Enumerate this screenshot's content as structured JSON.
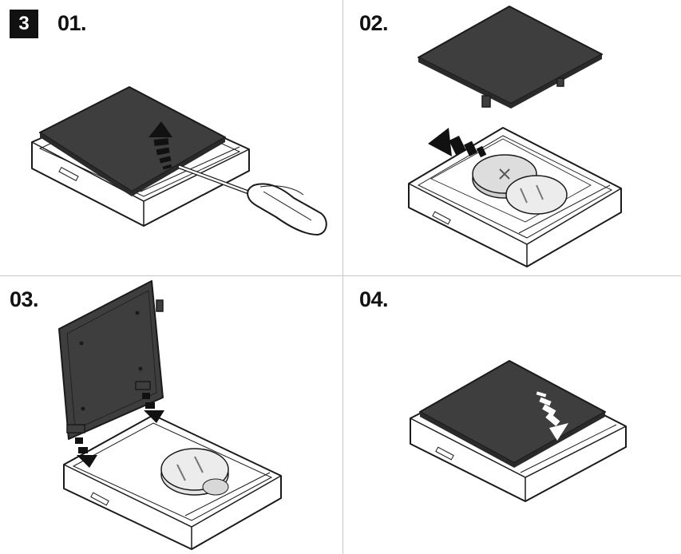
{
  "figure": {
    "section_number": "3",
    "steps": [
      {
        "label": "01."
      },
      {
        "label": "02."
      },
      {
        "label": "03."
      },
      {
        "label": "04."
      }
    ]
  },
  "colors": {
    "lid": "#3e3e3e",
    "lid_edge": "#1a1a1a",
    "outline": "#1a1a1a",
    "base": "#ffffff",
    "arrow": "#111111",
    "divider": "#c8c8c8",
    "battery": "#d8d8d8"
  },
  "icons": {
    "screwdriver": "screwdriver-icon",
    "coin_cell": "coin-cell-battery-icon",
    "arrow_up": "curved-arrow-up-icon",
    "arrow_left": "arrow-left-icon",
    "arrow_down": "arrow-down-icon"
  }
}
